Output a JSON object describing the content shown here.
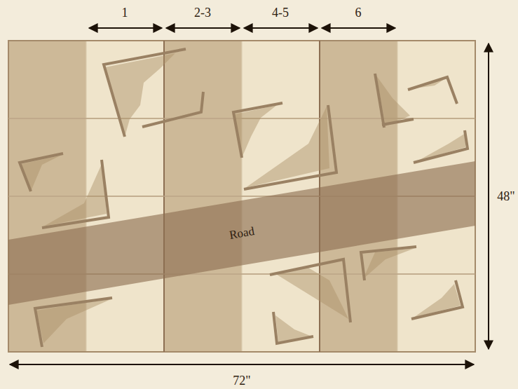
{
  "diagram": {
    "nodes": [
      {
        "text": [
          "Road"
        ]
      }
    ],
    "labels": [
      "1",
      "2-3",
      "4-5",
      "6",
      "48\"",
      "72\""
    ]
  }
}
